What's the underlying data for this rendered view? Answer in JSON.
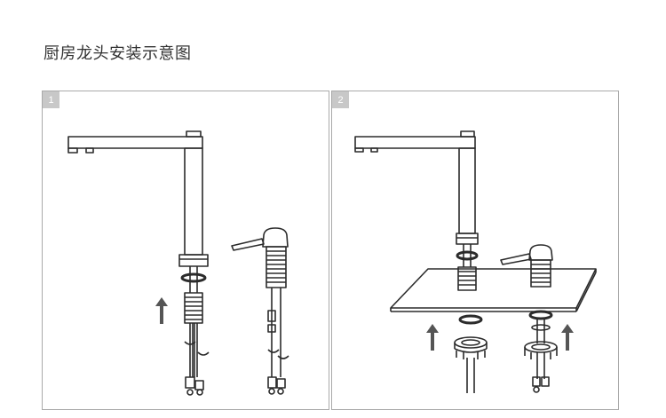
{
  "title": "厨房龙头安装示意图",
  "steps": [
    {
      "number": "1"
    },
    {
      "number": "2"
    }
  ],
  "colors": {
    "line": "#2b2b2b",
    "arrow": "#555555",
    "badge": "#c8c8c8",
    "border": "#a9a9a9"
  }
}
